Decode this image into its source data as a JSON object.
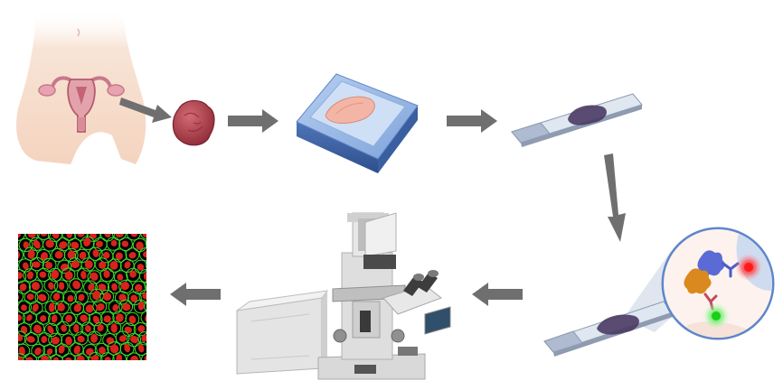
{
  "workflow": {
    "steps": [
      {
        "id": "uterus",
        "icon": "uterus-anatomy-icon"
      },
      {
        "id": "tissue",
        "icon": "tumor-tissue-icon"
      },
      {
        "id": "embedding",
        "icon": "paraffin-block-icon"
      },
      {
        "id": "slide",
        "icon": "tissue-slide-icon"
      },
      {
        "id": "staining",
        "icon": "multiplex-immunofluorescence-icon"
      },
      {
        "id": "imaging",
        "icon": "fluorescence-microscope-icon"
      },
      {
        "id": "image",
        "icon": "fluorescence-image-icon"
      }
    ],
    "colors": {
      "arrow": "#6f6f6f",
      "skin": "#f6dccb",
      "tissue": "#b0434f",
      "slide": "#b9c6d6",
      "block": "#5f86c9",
      "stain": "#4a3a63",
      "cell_nucleus": "#d8231d",
      "cell_membrane": "#3cdc2c",
      "image_bg": "#000000"
    }
  }
}
